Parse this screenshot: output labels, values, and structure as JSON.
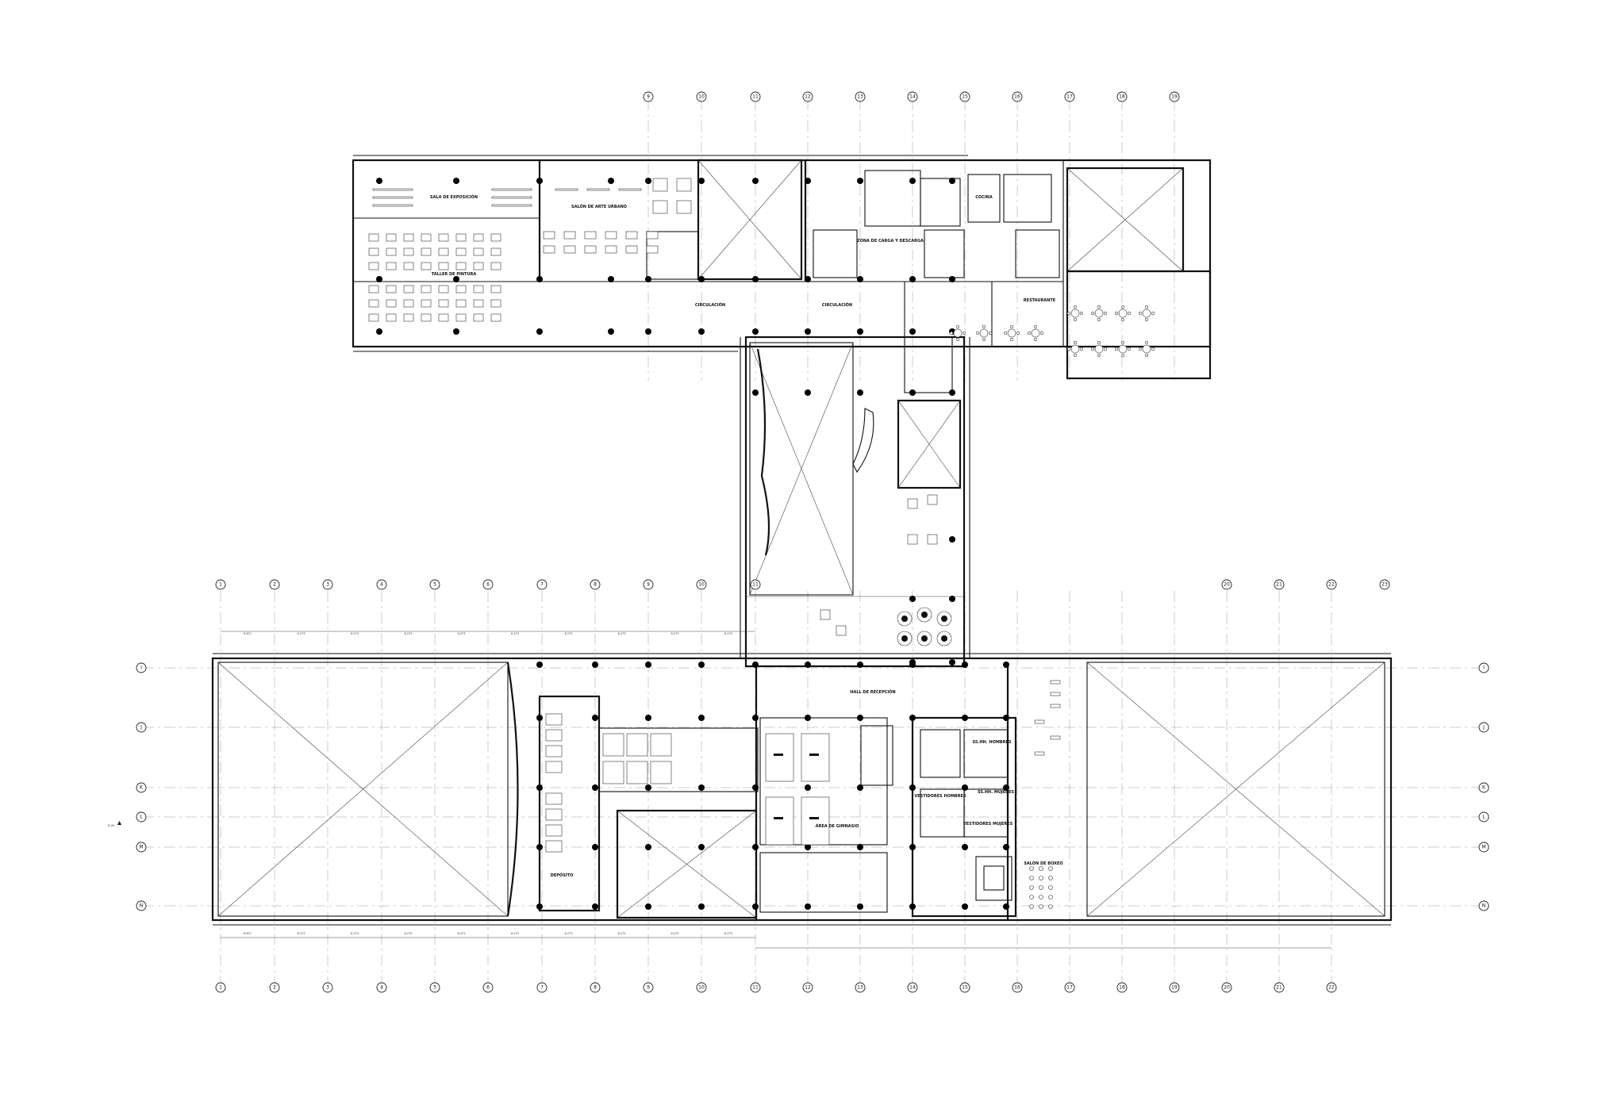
{
  "drawing": {
    "type": "architectural floor plan",
    "grid_bottom": [
      "1",
      "2",
      "3",
      "4",
      "5",
      "6",
      "7",
      "8",
      "9",
      "10",
      "11",
      "12",
      "13",
      "14",
      "15",
      "16",
      "17",
      "18",
      "19",
      "20",
      "21",
      "22"
    ],
    "grid_upper_wing": [
      "9",
      "10",
      "11",
      "12",
      "13",
      "14",
      "15",
      "16",
      "17",
      "18",
      "19"
    ],
    "grid_lower_wing_left": [
      "1",
      "2",
      "3",
      "4",
      "5",
      "6",
      "7",
      "8",
      "9",
      "10",
      "11"
    ],
    "grid_lower_wing_right": [
      "20",
      "21",
      "22",
      "23"
    ],
    "grid_rows_left": [
      "I",
      "J",
      "K",
      "L",
      "M",
      "N"
    ],
    "grid_rows_right": [
      "I",
      "J",
      "K",
      "L",
      "M",
      "N"
    ],
    "level_marker": "N.00",
    "dimensions_bottom": [
      "6.871",
      "6.273",
      "6.273",
      "6.273",
      "6.273",
      "6.273",
      "6.273",
      "6.273",
      "6.273",
      "6.273"
    ],
    "dimensions_top_lower": [
      "6.871",
      "6.273",
      "6.273",
      "6.273",
      "6.273",
      "6.273",
      "6.273",
      "6.273",
      "6.273",
      "6.273"
    ]
  },
  "rooms": {
    "sala_exposicion": "SALA DE EXPOSICIÓN",
    "salon_arte_urbano": "SALÓN DE ARTE URBANO",
    "taller_pintura": "TALLER DE PINTURA",
    "circulacion_1": "CIRCULACIÓN",
    "circulacion_2": "CIRCULACIÓN",
    "zona_carga": "ZONA DE CARGA Y DESCARGA",
    "restaurante": "RESTAURANTE",
    "cocina": "COCINA",
    "hall_recepcion": "HALL DE RECEPCIÓN",
    "vestidores_hombres": "VESTIDORES HOMBRES",
    "vestidores_mujeres": "VESTIDORES MUJERES",
    "salon_boxeo": "SALÓN DE BOXEO",
    "deposito": "DEPÓSITO",
    "ssgg_hombres": "SS.HH. HOMBRES",
    "ssgg_mujeres": "SS.HH. MUJERES",
    "area_gimnasio": "ÁREA DE GIMNASIO"
  }
}
